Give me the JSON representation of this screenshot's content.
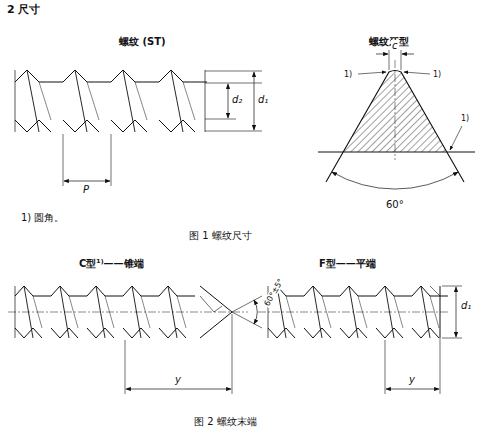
{
  "diagram": {
    "title": "2  尺寸",
    "labels": [
      "螺纹 (ST)",
      "螺纹牙型",
      "d₂",
      "d₁",
      "P",
      "c",
      "1)",
      "1)",
      "1)",
      "60°",
      "1) 圆角。",
      "图 1   螺纹尺寸",
      "C型¹⁾——锥端",
      "60°±5°",
      "y",
      "F型——平端",
      "d₁",
      "y",
      "图 2   螺纹末端"
    ]
  }
}
